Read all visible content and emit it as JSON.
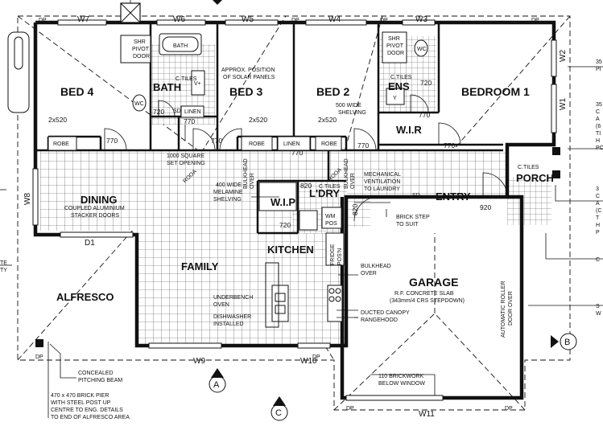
{
  "rooms": {
    "bed4": "BED 4",
    "bath": "BATH",
    "bed3": "BED 3",
    "bed2": "BED 2",
    "ens": "ENS",
    "bedroom1": "BEDROOM 1",
    "wir_master": "W.I.R",
    "dining": "DINING",
    "family": "FAMILY",
    "kitchen": "KITCHEN",
    "wip": "W.I.P",
    "ldry": "L'DRY",
    "entry": "ENTRY",
    "porch": "PORCH",
    "alfresco": "ALFRESCO",
    "garage": "GARAGE"
  },
  "fixtures": {
    "robe": "ROBE",
    "linen": "LINEN",
    "wc": "WC",
    "bath_tub": "BATH",
    "shr": "SHR",
    "pivot": "PIVOT",
    "door": "DOOR",
    "vanity": "V+",
    "tray": "Y",
    "wm": "WM",
    "pos": "POS",
    "sd": "SD",
    "fridge": "FRIDGE",
    "fridge_pos": "POS'N",
    "bulkhead_l1": "BULKHEAD",
    "bulkhead_l2": "OVER",
    "rooa": "ROOA",
    "rooa_l2": "OVER",
    "ctiles": "C.TILES"
  },
  "windows": [
    "W7",
    "W6",
    "W5",
    "W4",
    "W3",
    "W2",
    "W1",
    "W8",
    "W9",
    "W10",
    "W11",
    "D1"
  ],
  "markers": {
    "dp": "DP",
    "a": "A",
    "b": "B",
    "c": "C"
  },
  "dims": {
    "d720": "720",
    "d770": "770",
    "d820": "820",
    "d920": "920",
    "robe_2x520": "2x520"
  },
  "notes": {
    "solar_l1": "APPROX. POSITION",
    "solar_l2": "OF SOLAR PANELS",
    "shelving_l1": "500 WIDE",
    "shelving_l2": "SHELVING",
    "set_l1": "1000 SQUARE",
    "set_l2": "SET OPENING",
    "melamine_l1": "400 WIDE",
    "melamine_l2": "MELAMINE",
    "melamine_l3": "SHELVING",
    "vent_l1": "MECHANICAL",
    "vent_l2": "VENTILATION",
    "vent_l3": "TO LAUNDRY",
    "step_l1": "BRICK STEP",
    "step_l2": "TO SUIT",
    "stacker_l1": "COUPLED ALUMINIUM",
    "stacker_l2": "STACKER DOORS",
    "bulkhead_l1": "BULKHEAD",
    "bulkhead_l2": "OVER",
    "oven_l1": "UNDERBENCH",
    "oven_l2": "OVEN",
    "dish_l1": "DISHWASHER",
    "dish_l2": "INSTALLED",
    "canopy_l1": "DUCTED CANOPY",
    "canopy_l2": "RANGEHOOD",
    "garage_l1": "R.F. CONCRETE SLAB",
    "garage_l2": "(343mm/4 CRS STEPDOWN)",
    "roller_l1": "AUTOMATIC ROLLER",
    "roller_l2": "DOOR OVER",
    "brick_l1": "110 BRICKWORK",
    "brick_l2": "BELOW WINDOW",
    "beam_l1": "CONCEALED",
    "beam_l2": "PITCHING BEAM",
    "pier_l1": "470 x 470 BRICK PIER",
    "pier_l2": "WITH STEEL POST UP",
    "pier_l3": "CENTRE TO ENG. DETAILS",
    "pier_l4": "TO END OF ALFRESCO AREA",
    "left_l1": "TE",
    "left_l2": "TY",
    "right_1a": "35",
    "right_1b": "PI",
    "right_2a": "35",
    "right_2b": "C",
    "right_2c": "A",
    "right_2d": "(6",
    "right_2e": "TI",
    "right_2f": "H",
    "right_2g": "PO",
    "right_3a": "3",
    "right_3b": "C",
    "right_3c": "A",
    "right_3d": "(C",
    "right_3e": "T",
    "right_3f": "H",
    "right_3g": "P",
    "right_4": "C",
    "right_5a": "S",
    "right_5b": "W"
  }
}
